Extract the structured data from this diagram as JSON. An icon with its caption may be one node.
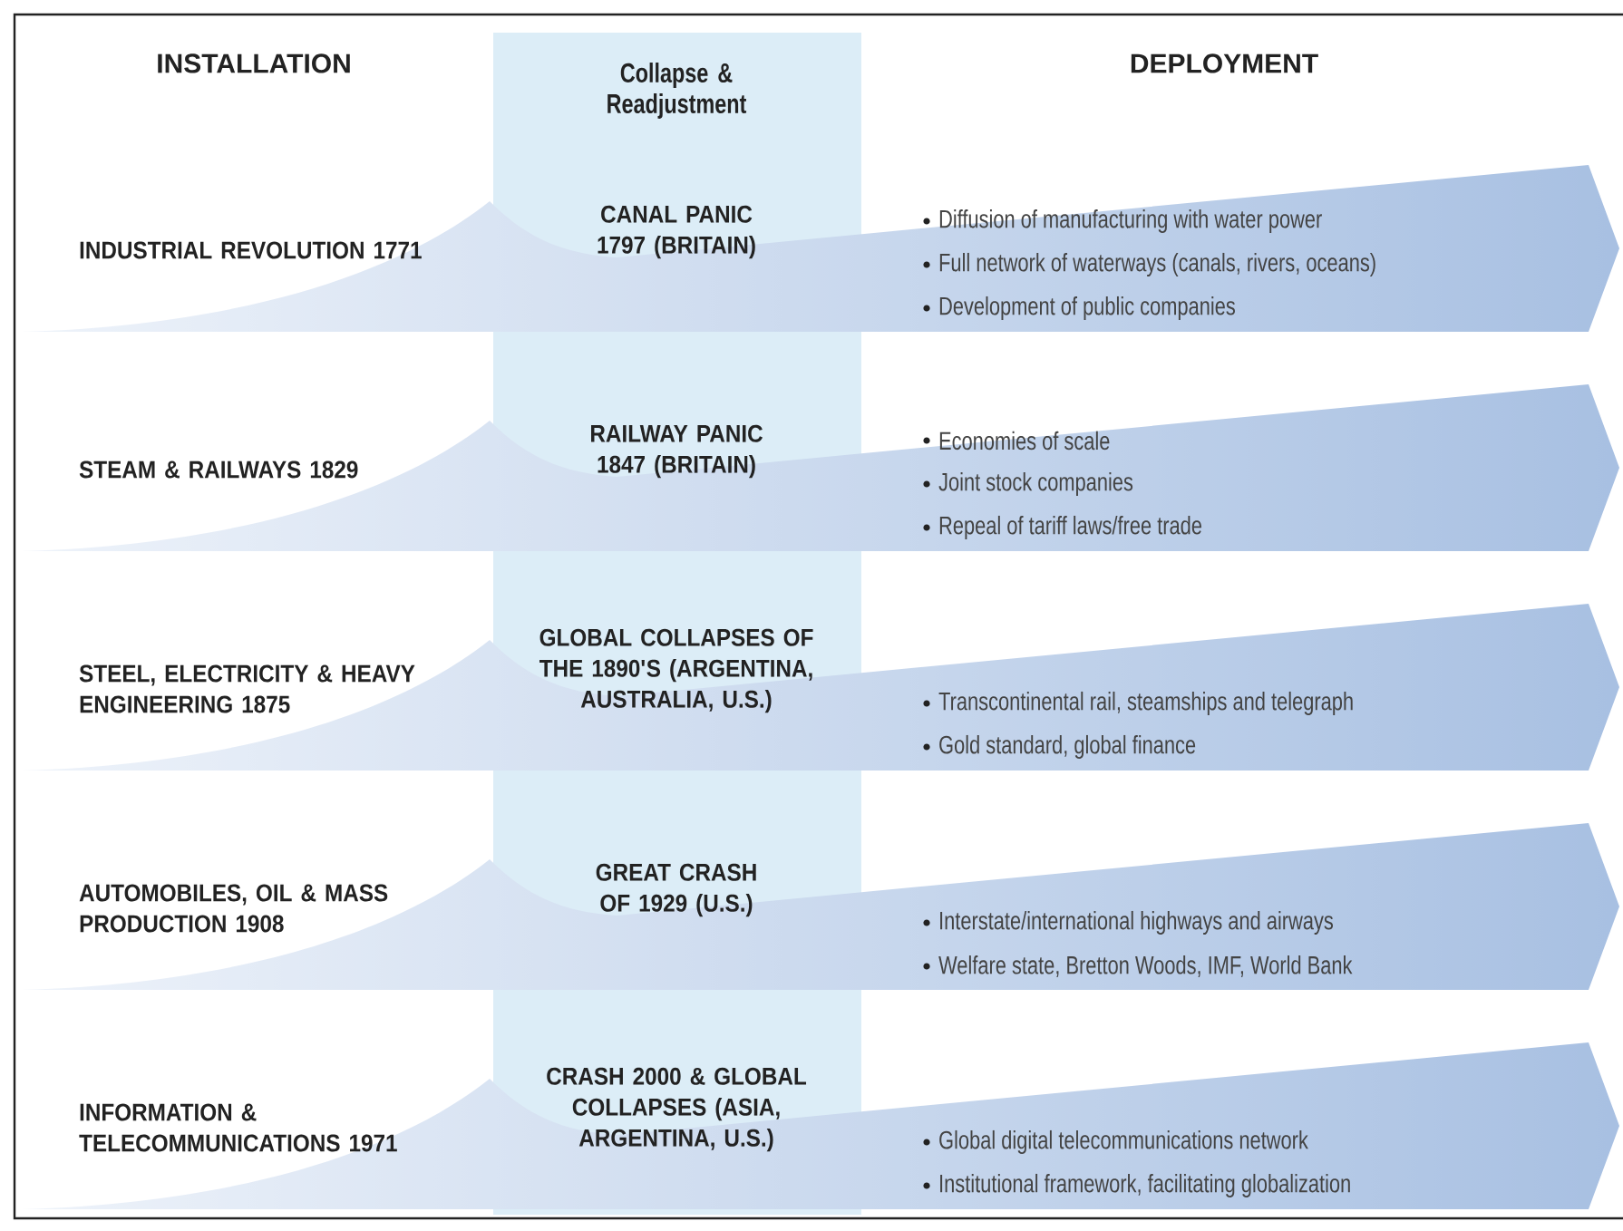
{
  "diagram": {
    "nodes": [
      {
        "text": [
          "Collapse & Readjustment"
        ]
      },
      {
        "text": [
          "INDUSTRIAL REVOLUTION 1771",
          "CANAL PANIC 1797 (BRITAIN)",
          "Diffusion of manufacturing with water power",
          "Full network of waterways (canals, rivers, oceans)",
          "Development of public companies"
        ]
      },
      {
        "text": [
          "STEAM & RAILWAYS 1829",
          "RAILWAY PANIC 1847 (BRITAIN)",
          "Economies of scale",
          "Joint stock companies",
          "Repeal of tariff laws/free trade"
        ]
      },
      {
        "text": [
          "STEEL, ELECTRICITY & HEAVY ENGINEERING 1875",
          "GLOBAL COLLAPSES OF THE 1890'S (ARGENTINA, AUSTRALIA, U.S.)",
          "Transcontinental rail, steamships and telegraph",
          "Gold standard, global finance"
        ]
      },
      {
        "text": [
          "AUTOMOBILES, OIL & MASS PRODUCTION 1908",
          "GREAT CRASH OF 1929 (U.S.)",
          "Interstate/international highways and airways",
          "Welfare state, Bretton Woods, IMF, World Bank"
        ]
      },
      {
        "text": [
          "INFORMATION & TELECOMMUNICATIONS 1971",
          "CRASH 2000 & GLOBAL COLLAPSES (ASIA, ARGENTINA, U.S.)",
          "Global digital telecommunications network",
          "Institutional framework, facilitating globalization"
        ]
      }
    ],
    "labels": [
      "INSTALLATION",
      "DEPLOYMENT"
    ]
  }
}
